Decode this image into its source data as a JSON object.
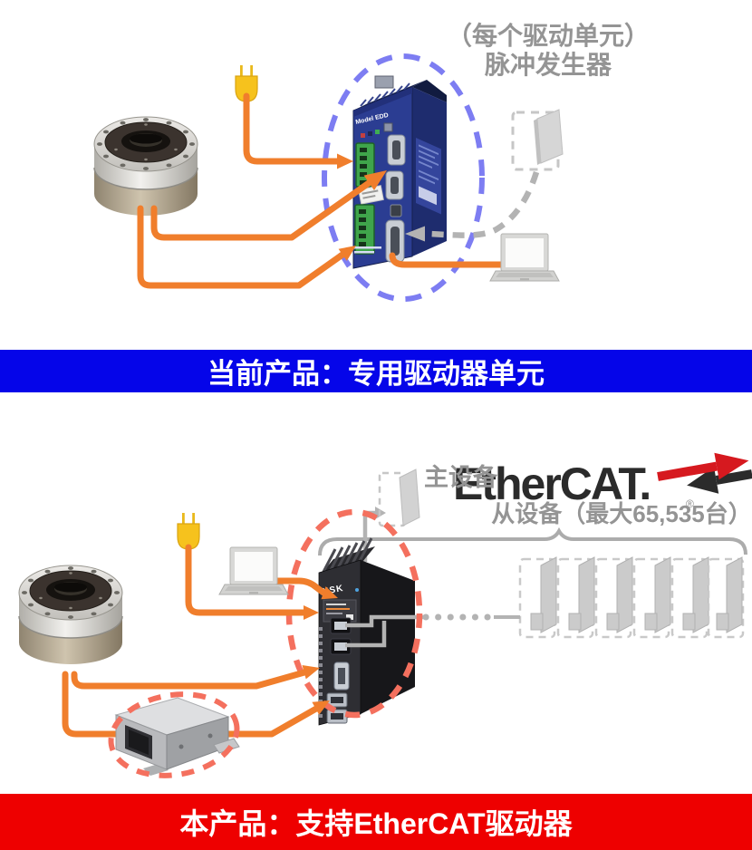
{
  "colors": {
    "banner_current_bg": "#0505e9",
    "banner_new_bg": "#ee0000",
    "cable_orange": "#f07e2c",
    "highlight_blue_dash": "#7d7df2",
    "highlight_red_dash": "#f4705e",
    "ghost_gray": "#b3b3b3",
    "ethercat_red": "#d6191f",
    "caption_gray": "#949494"
  },
  "top_section": {
    "caption_line1": "（每个驱动单元）",
    "caption_line2": "脉冲发生器",
    "driver_model_label": "Model EDD"
  },
  "banners": {
    "current": "当前产品：专用驱动器单元",
    "new": "本产品：支持EtherCAT驱动器"
  },
  "bottom_section": {
    "master_label": "主设备",
    "slave_label": "从设备（最大65,535台）",
    "ethercat_text": "EtherCAT.",
    "registered_mark": "®",
    "driver_brand": "NSK"
  }
}
